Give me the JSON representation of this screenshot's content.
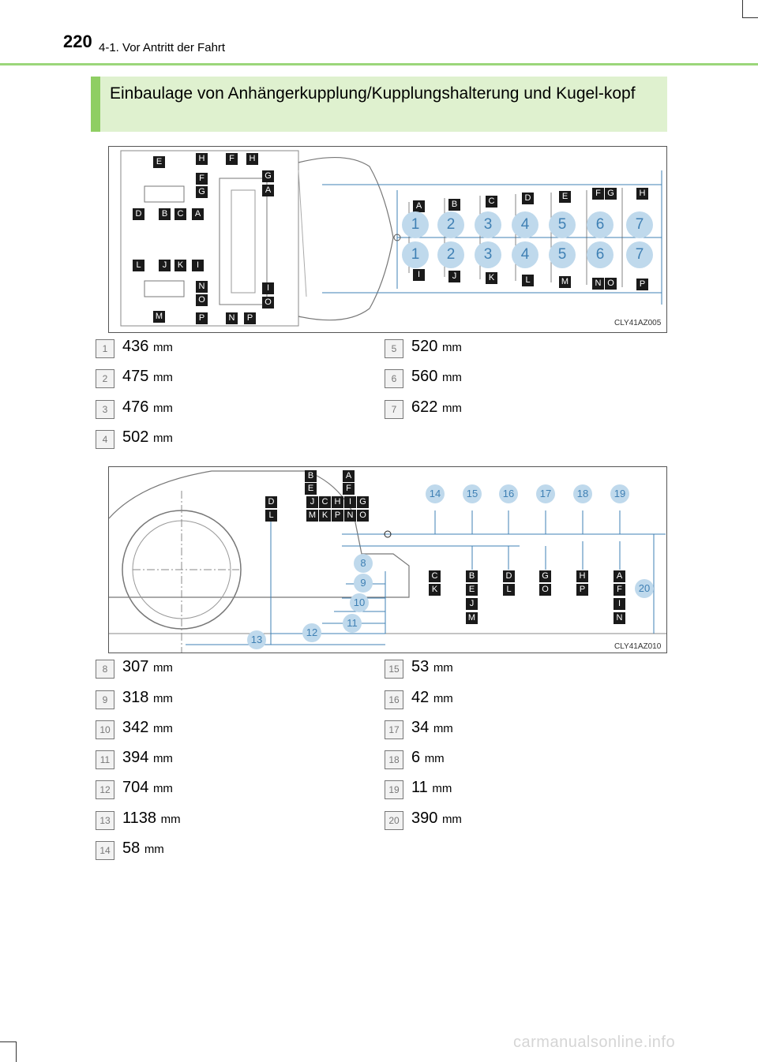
{
  "header": {
    "page_number": "220",
    "section": "4-1. Vor Antritt der Fahrt"
  },
  "title": "Einbaulage von Anhängerkupplung/Kupplungshalterung und Kugel-kopf",
  "figure1": {
    "code": "CLY41AZ005",
    "top_labels": [
      "A",
      "B",
      "C",
      "D",
      "E",
      "F",
      "G",
      "H"
    ],
    "bottom_labels": [
      "I",
      "J",
      "K",
      "L",
      "M",
      "N",
      "O",
      "P"
    ],
    "numbers": [
      "1",
      "2",
      "3",
      "4",
      "5",
      "6",
      "7"
    ],
    "detail_labels": [
      "E",
      "H",
      "F",
      "G",
      "D",
      "B",
      "C",
      "A",
      "L",
      "J",
      "K",
      "I",
      "N",
      "O",
      "M",
      "P"
    ],
    "center_labels": [
      "F",
      "H",
      "G",
      "A",
      "I",
      "O",
      "N",
      "P"
    ]
  },
  "legend1": [
    {
      "num": "1",
      "value": "436",
      "unit": "mm"
    },
    {
      "num": "2",
      "value": "475",
      "unit": "mm"
    },
    {
      "num": "3",
      "value": "476",
      "unit": "mm"
    },
    {
      "num": "4",
      "value": "502",
      "unit": "mm"
    },
    {
      "num": "5",
      "value": "520",
      "unit": "mm"
    },
    {
      "num": "6",
      "value": "560",
      "unit": "mm"
    },
    {
      "num": "7",
      "value": "622",
      "unit": "mm"
    }
  ],
  "figure2": {
    "code": "CLY41AZ010",
    "side_numbers": [
      "14",
      "15",
      "16",
      "17",
      "18",
      "19"
    ],
    "ground_numbers": [
      "8",
      "9",
      "10",
      "11",
      "12",
      "13"
    ],
    "height_number": "20"
  },
  "legend2": [
    {
      "num": "8",
      "value": "307",
      "unit": "mm"
    },
    {
      "num": "9",
      "value": "318",
      "unit": "mm"
    },
    {
      "num": "10",
      "value": "342",
      "unit": "mm"
    },
    {
      "num": "11",
      "value": "394",
      "unit": "mm"
    },
    {
      "num": "12",
      "value": "704",
      "unit": "mm"
    },
    {
      "num": "13",
      "value": "1138",
      "unit": "mm"
    },
    {
      "num": "14",
      "value": "58",
      "unit": "mm"
    },
    {
      "num": "15",
      "value": "53",
      "unit": "mm"
    },
    {
      "num": "16",
      "value": "42",
      "unit": "mm"
    },
    {
      "num": "17",
      "value": "34",
      "unit": "mm"
    },
    {
      "num": "18",
      "value": "6",
      "unit": "mm"
    },
    {
      "num": "19",
      "value": "11",
      "unit": "mm"
    },
    {
      "num": "20",
      "value": "390",
      "unit": "mm"
    }
  ],
  "watermark": "carmanualsonline.info"
}
